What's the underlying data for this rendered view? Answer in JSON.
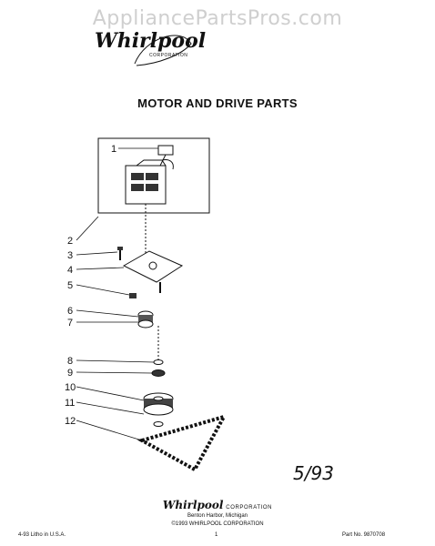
{
  "watermark": "AppliancePartsPros.com",
  "header": {
    "brand": "Whirlpool",
    "brand_sub": "CORPORATION",
    "title": "MOTOR AND DRIVE PARTS"
  },
  "callouts": [
    "1",
    "2",
    "3",
    "4",
    "5",
    "6",
    "7",
    "8",
    "9",
    "10",
    "11",
    "12"
  ],
  "handwritten_note": "5/93",
  "footer": {
    "brand": "Whirlpool",
    "brand_corp": "CORPORATION",
    "address": "Benton Harbor, Michigan",
    "copyright": "©1993 WHIRLPOOL CORPORATION",
    "litho": "4-93 Litho in U.S.A.",
    "page": "1",
    "part_no": "Part No. 9870708"
  }
}
